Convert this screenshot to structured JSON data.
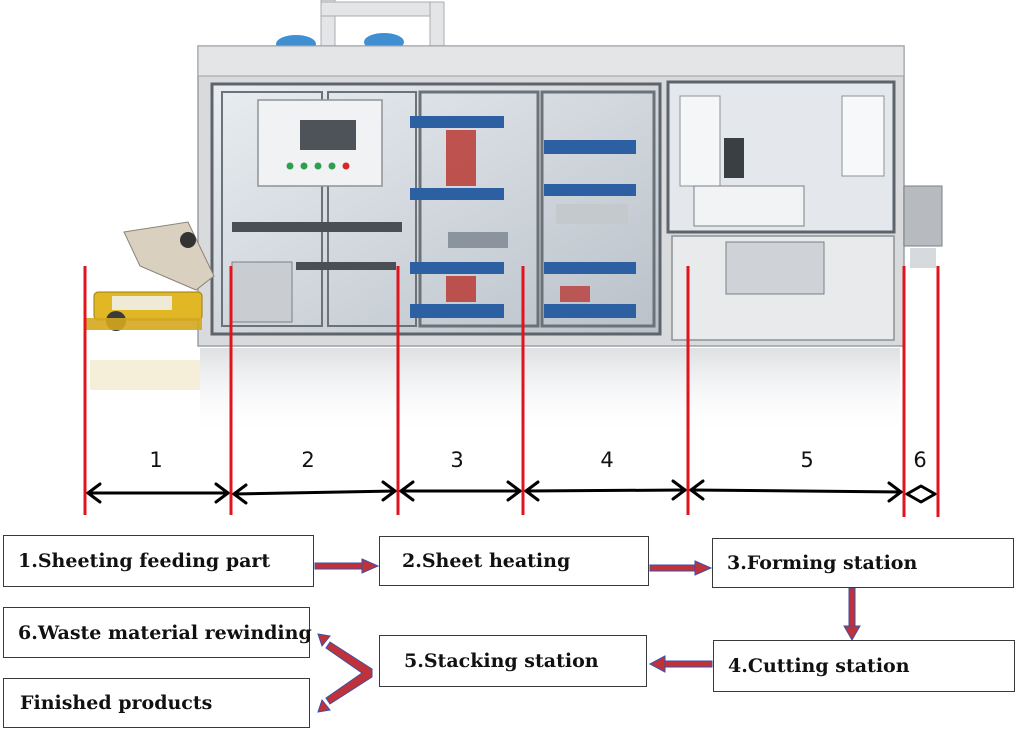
{
  "sections": [
    "1",
    "2",
    "3",
    "4",
    "5",
    "6"
  ],
  "process_steps": {
    "feeding": "1.Sheeting feeding part",
    "heating": "2.Sheet heating",
    "forming": "3.Forming station",
    "cutting": "4.Cutting station",
    "stacking": "5.Stacking station",
    "waste": "6.Waste material rewinding",
    "finished": "Finished products"
  },
  "colors": {
    "divider": "#e0141c",
    "dimension_arrow": "#000000",
    "flow_arrow_fill": "#c0323a",
    "flow_arrow_edge": "#3a4fa8",
    "machine_frame": "#d9dadb",
    "mold_blue": "#2d5fa3"
  }
}
